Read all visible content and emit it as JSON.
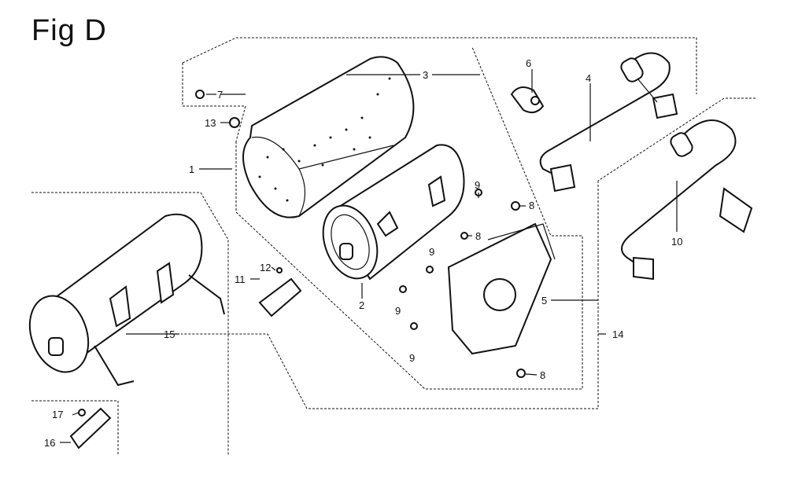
{
  "title": "Fig D",
  "labels": {
    "l1": "1",
    "l2": "2",
    "l3": "3",
    "l4": "4",
    "l5": "5",
    "l6": "6",
    "l7": "7",
    "l8a": "8",
    "l8b": "8",
    "l8c": "8",
    "l9a": "9",
    "l9b": "9",
    "l9c": "9",
    "l9d": "9",
    "l10": "10",
    "l11": "11",
    "l12": "12",
    "l13": "13",
    "l14": "14",
    "l15": "15",
    "l16": "16",
    "l17": "17"
  }
}
